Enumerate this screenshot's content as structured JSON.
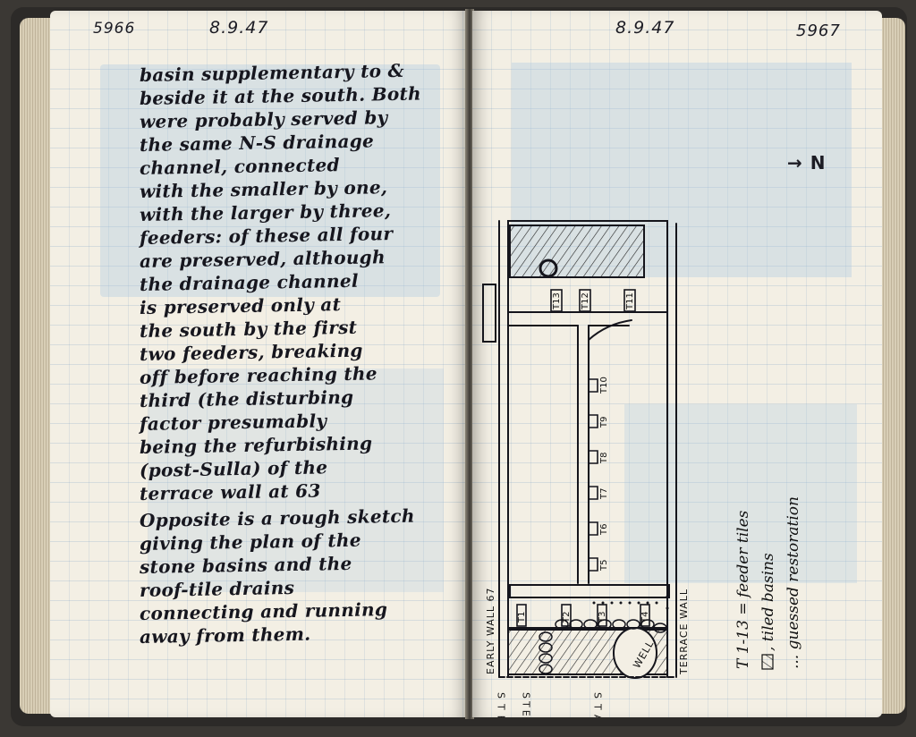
{
  "left_page": {
    "page_number": "5966",
    "date": "8.9.47",
    "lines": [
      "basin supplementary to &",
      "beside it at the south. Both",
      "were probably served by",
      "the same N-S drainage",
      "channel, connected",
      "with the smaller by one,",
      "with the larger by three,",
      "feeders: of these all four",
      "are preserved, although",
      "the drainage channel",
      "is preserved only at",
      "the south by the first",
      "two feeders, breaking",
      "off before reaching the",
      "third (the disturbing",
      "factor presumably",
      "being the refurbishing",
      "(post-Sulla) of the",
      "terrace wall at 63",
      "Opposite is a rough sketch",
      "giving the plan of the",
      "stone basins and the",
      "roof-tile drains",
      "connecting and running",
      "away from them."
    ]
  },
  "right_page": {
    "page_number": "5967",
    "date": "8.9.47",
    "north_arrow": "→ N",
    "plan": {
      "tiles": [
        "T1",
        "T2",
        "T3",
        "T4",
        "T5",
        "T6",
        "T7",
        "T8",
        "T9",
        "T10",
        "T11",
        "T12",
        "T13"
      ],
      "labels": {
        "early_wall": "EARLY WALL 67",
        "terrace_wall": "TERRACE WALL",
        "well": "WELL",
        "steps_left": "STEPS",
        "steps_right": "STAIRS",
        "stepped": "STEPPED"
      }
    },
    "legend": [
      "T 1-13 = feeder tiles",
      ", tiled basins",
      "... guessed restoration"
    ]
  },
  "colors": {
    "paper": "#f3efe4",
    "ink": "#16161e",
    "grid": "#6e96be",
    "cover": "#2c2a28"
  }
}
